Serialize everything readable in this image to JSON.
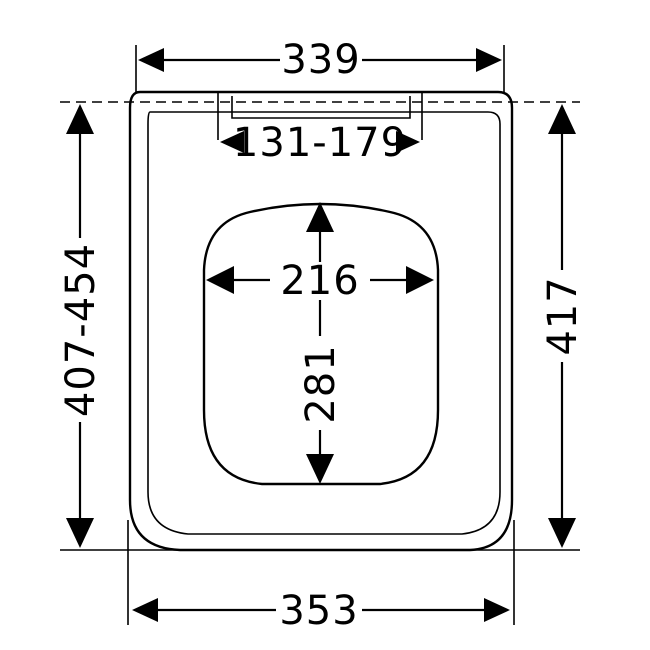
{
  "dimensions": {
    "top_width": "339",
    "hinge_range": "131-179",
    "opening_width": "216",
    "opening_height": "281",
    "left_height": "407-454",
    "right_height": "417",
    "bottom_width": "353"
  }
}
